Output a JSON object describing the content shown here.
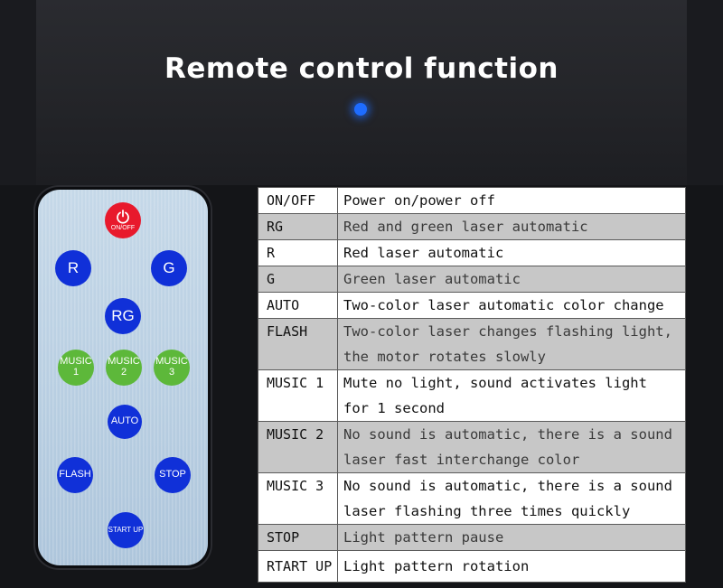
{
  "header": {
    "title": "Remote control function",
    "accent_color": "#1e6cff"
  },
  "remote": {
    "power": {
      "label": "ON/OFF",
      "icon": "power-icon",
      "color": "#e8192c"
    },
    "r": "R",
    "g": "G",
    "rg": "RG",
    "music1": {
      "label": "MUSIC",
      "num": "1"
    },
    "music2": {
      "label": "MUSIC",
      "num": "2"
    },
    "music3": {
      "label": "MUSIC",
      "num": "3"
    },
    "auto": "AUTO",
    "flash": "FLASH",
    "stop": "STOP",
    "start_up": "START UP",
    "blue_color": "#1030d8",
    "green_color": "#5db83a"
  },
  "functions": [
    {
      "key": "ON/OFF",
      "desc": "Power on/power off"
    },
    {
      "key": "RG",
      "desc": "Red and green laser automatic"
    },
    {
      "key": "R",
      "desc": "Red laser automatic"
    },
    {
      "key": "G",
      "desc": "Green laser automatic"
    },
    {
      "key": "AUTO",
      "desc": "Two-color laser automatic color change"
    },
    {
      "key": "FLASH",
      "desc": "Two-color laser changes flashing light, the motor rotates slowly"
    },
    {
      "key": "MUSIC 1",
      "desc": "Mute no light, sound activates light for 1 second"
    },
    {
      "key": "MUSIC 2",
      "desc": "No sound is automatic, there is a sound laser fast interchange color"
    },
    {
      "key": "MUSIC 3",
      "desc": "No sound is automatic, there is a sound laser flashing three times quickly"
    },
    {
      "key": "STOP",
      "desc": "Light pattern pause"
    },
    {
      "key": "RTART UP",
      "desc": "Light pattern rotation"
    }
  ]
}
